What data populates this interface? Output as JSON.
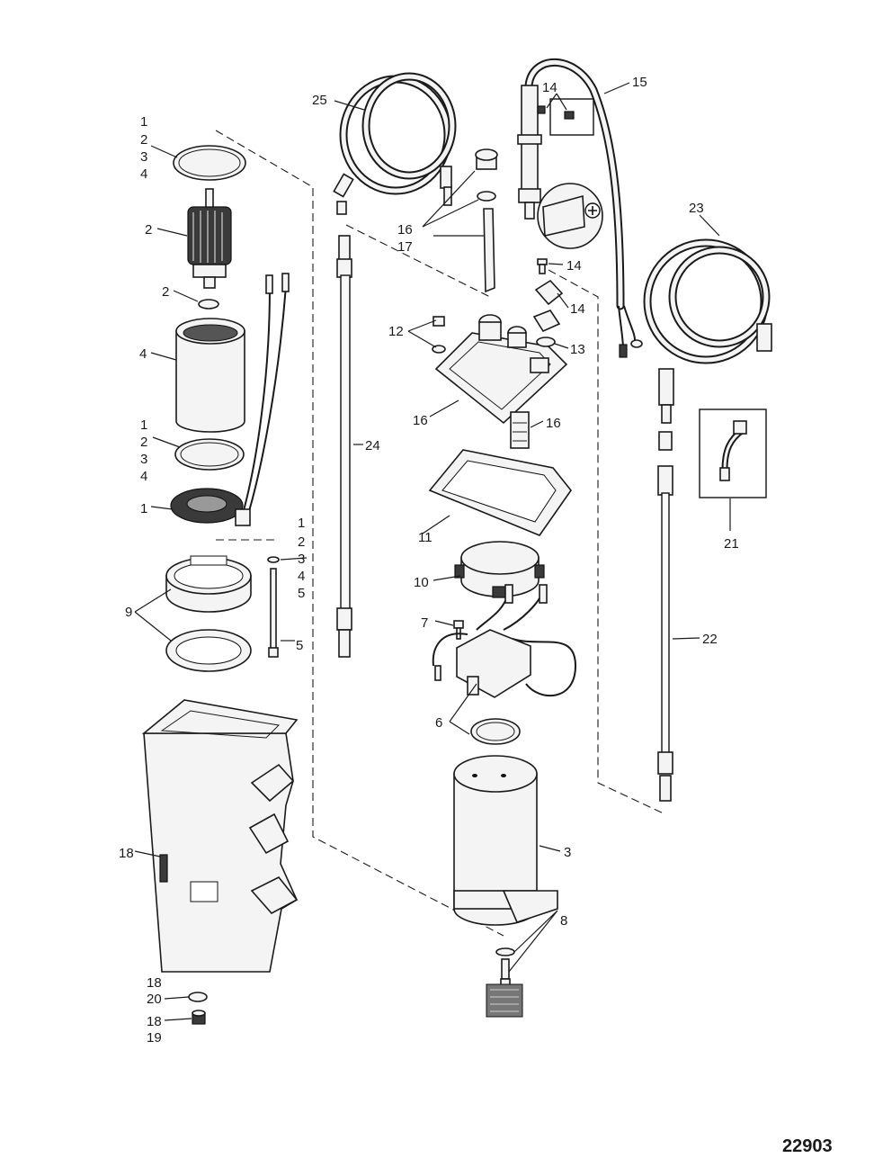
{
  "figure_number": "22903",
  "labels": {
    "a1": "1",
    "a2": "2",
    "a3": "3",
    "a4": "4",
    "b": "2",
    "c": "2",
    "d": "4",
    "e1": "1",
    "e2": "2",
    "e3": "3",
    "e4": "4",
    "f": "1",
    "g1": "1",
    "g2": "2",
    "g3": "3",
    "g4": "4",
    "g5": "5",
    "h": "9",
    "i": "5",
    "j": "18",
    "k1": "18",
    "k2": "20",
    "l1": "18",
    "l2": "19",
    "m": "25",
    "n": "24",
    "o1": "16",
    "o2": "17",
    "p": "12",
    "q": "16",
    "r": "16",
    "s": "11",
    "t": "10",
    "u": "7",
    "v": "6",
    "w": "3",
    "x": "8",
    "y": "14",
    "z": "15",
    "aa": "14",
    "ab": "14",
    "ac": "13",
    "ad": "23",
    "ae": "21",
    "af": "22"
  }
}
